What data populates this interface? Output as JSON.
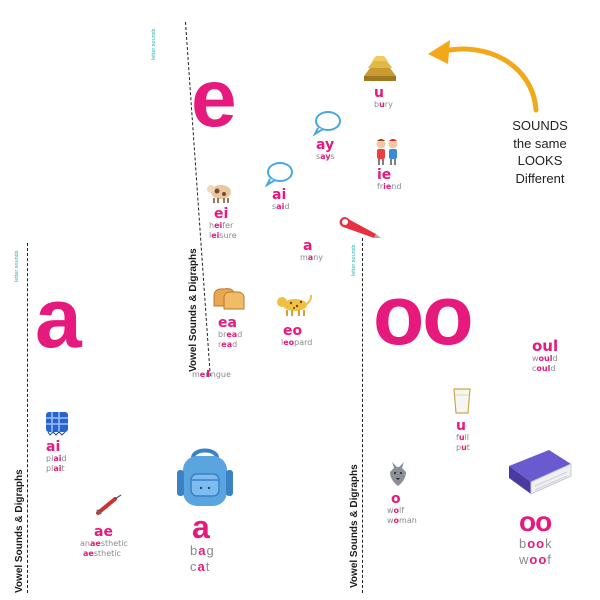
{
  "sections": [
    {
      "heading": "Vowel Sounds & Digraphs",
      "tag": "letter sounds",
      "big_letter": "a"
    },
    {
      "heading": "Vowel Sounds & Digraphs",
      "tag": "letter sounds",
      "big_letter": "e"
    },
    {
      "heading": "Vowel Sounds & Digraphs",
      "tag": "letter sounds",
      "big_letter": "oo"
    }
  ],
  "annotation": {
    "line1": "SOUNDS",
    "line2": "the same",
    "line3": "LOOKS",
    "line4": "Different"
  },
  "a_section": {
    "ai": {
      "grapheme": "ai",
      "w1": [
        "pl",
        "ai",
        "d"
      ],
      "w2": [
        "pl",
        "ai",
        "t"
      ]
    },
    "ae": {
      "grapheme": "ae",
      "w1": [
        "an",
        "ae",
        "sthetic"
      ],
      "w2": [
        "",
        "ae",
        "sthetic"
      ]
    },
    "a": {
      "grapheme": "a",
      "w1": [
        "b",
        "a",
        "g"
      ],
      "w2": [
        "c",
        "a",
        "t"
      ]
    }
  },
  "e_section": {
    "ei": {
      "grapheme": "ei",
      "w1": [
        "h",
        "ei",
        "fer"
      ],
      "w2": [
        "l",
        "ei",
        "sure"
      ]
    },
    "ai": {
      "grapheme": "ai",
      "w1": [
        "s",
        "ai",
        "d"
      ]
    },
    "ay": {
      "grapheme": "ay",
      "w1": [
        "s",
        "ay",
        "s"
      ]
    },
    "u": {
      "grapheme": "u",
      "w1": [
        "b",
        "u",
        "ry"
      ]
    },
    "ie": {
      "grapheme": "ie",
      "w1": [
        "fr",
        "ie",
        "nd"
      ]
    },
    "a": {
      "grapheme": "a",
      "w1": [
        "m",
        "a",
        "ny"
      ]
    },
    "ea": {
      "grapheme": "ea",
      "w1": [
        "br",
        "ea",
        "d"
      ],
      "w2": [
        "r",
        "ea",
        "d"
      ]
    },
    "eo": {
      "grapheme": "eo",
      "w1": [
        "l",
        "eo",
        "pard"
      ]
    },
    "e": {
      "grapheme": "",
      "w1": [
        "m",
        "e",
        "ringue"
      ]
    }
  },
  "oo_section": {
    "oul": {
      "grapheme": "oul",
      "w1": [
        "w",
        "oul",
        "d"
      ],
      "w2": [
        "c",
        "oul",
        "d"
      ]
    },
    "u": {
      "grapheme": "u",
      "w1": [
        "f",
        "u",
        "ll"
      ],
      "w2": [
        "p",
        "u",
        "t"
      ]
    },
    "o": {
      "grapheme": "o",
      "w1": [
        "w",
        "o",
        "lf"
      ],
      "w2": [
        "w",
        "o",
        "man"
      ]
    },
    "oo": {
      "grapheme": "oo",
      "w1": [
        "b",
        "oo",
        "k"
      ],
      "w2": [
        "w",
        "oo",
        "f"
      ]
    }
  },
  "colors": {
    "accent": "#e6197d",
    "arrow": "#f2a818",
    "gray": "#8a8a8a"
  }
}
